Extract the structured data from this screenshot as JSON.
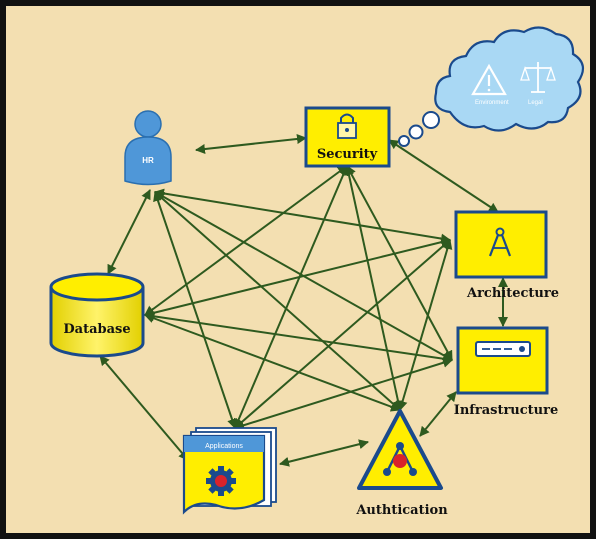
{
  "diagram": {
    "nodes": {
      "hr": {
        "label": "HR"
      },
      "security": {
        "label": "Security"
      },
      "cloud": {
        "threat_label": "Environment",
        "legal_label": "Legal"
      },
      "architecture": {
        "label": "Architecture"
      },
      "database": {
        "label": "Database"
      },
      "infrastructure": {
        "label": "Infrastructure"
      },
      "applications": {
        "label": "Applications"
      },
      "authentication": {
        "label": "Authtication"
      }
    },
    "edges": [
      [
        "security",
        "hr"
      ],
      [
        "security",
        "architecture"
      ],
      [
        "hr",
        "database"
      ],
      [
        "architecture",
        "infrastructure"
      ],
      [
        "database",
        "applications"
      ],
      [
        "applications",
        "authentication"
      ],
      [
        "authentication",
        "infrastructure"
      ],
      [
        "hr",
        "architecture"
      ],
      [
        "hr",
        "infrastructure"
      ],
      [
        "hr",
        "applications"
      ],
      [
        "hr",
        "authentication"
      ],
      [
        "security",
        "database"
      ],
      [
        "security",
        "applications"
      ],
      [
        "security",
        "authentication"
      ],
      [
        "security",
        "infrastructure"
      ],
      [
        "database",
        "architecture"
      ],
      [
        "database",
        "infrastructure"
      ],
      [
        "database",
        "authentication"
      ],
      [
        "applications",
        "architecture"
      ],
      [
        "applications",
        "infrastructure"
      ],
      [
        "architecture",
        "authentication"
      ]
    ],
    "colors": {
      "background": "#f3dfb1",
      "border": "#111111",
      "node_fill": "#ffee00",
      "node_border": "#1a4a8c",
      "edge": "#2e5a1f",
      "cloud_fill": "#a9d8f4",
      "cloud_border": "#1a4a8c",
      "person": "#4f97d8",
      "accent_red": "#d8232a"
    }
  }
}
